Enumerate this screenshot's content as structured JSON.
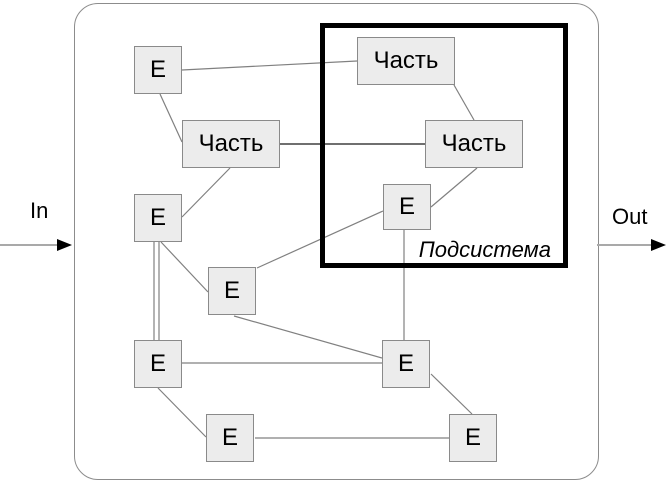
{
  "diagram": {
    "in_label": "In",
    "out_label": "Out",
    "subsystem_label": "Подсистема",
    "nodes": [
      {
        "id": "e1",
        "label": "E"
      },
      {
        "id": "part-upper",
        "label": "Часть"
      },
      {
        "id": "e2",
        "label": "E"
      },
      {
        "id": "part-top",
        "label": "Часть"
      },
      {
        "id": "part-right",
        "label": "Часть"
      },
      {
        "id": "e3",
        "label": "E"
      },
      {
        "id": "e4",
        "label": "E"
      },
      {
        "id": "e5",
        "label": "E"
      },
      {
        "id": "e6",
        "label": "E"
      },
      {
        "id": "e7",
        "label": "E"
      },
      {
        "id": "e8",
        "label": "E"
      }
    ],
    "edges": [
      {
        "from": "e1",
        "to": "part-top"
      },
      {
        "from": "e1",
        "to": "part-upper"
      },
      {
        "from": "part-upper",
        "to": "part-right"
      },
      {
        "from": "part-upper",
        "to": "e2"
      },
      {
        "from": "part-top",
        "to": "part-right"
      },
      {
        "from": "part-right",
        "to": "e3"
      },
      {
        "from": "e3",
        "to": "e4"
      },
      {
        "from": "e3",
        "to": "e7"
      },
      {
        "from": "e2",
        "to": "e4"
      },
      {
        "from": "e2",
        "to": "e5",
        "style": "double"
      },
      {
        "from": "e4",
        "to": "e7"
      },
      {
        "from": "e5",
        "to": "e7"
      },
      {
        "from": "e5",
        "to": "e6"
      },
      {
        "from": "e6",
        "to": "e8"
      },
      {
        "from": "e7",
        "to": "e8"
      }
    ],
    "colors": {
      "background": "#ffffff",
      "node_fill": "#ececec",
      "node_border": "#8a8a8a",
      "connector": "#808080",
      "system_border": "#8c8c8c",
      "subsystem_border": "#000000",
      "io_line": "#a9a9a9",
      "arrowhead": "#000000",
      "text": "#000000"
    }
  }
}
